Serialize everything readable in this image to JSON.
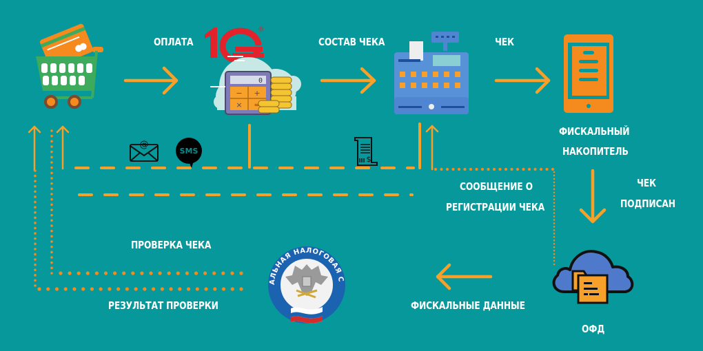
{
  "diagram": {
    "title": "Схема передачи данных онлайн-кассы",
    "colors": {
      "background": "#06989A",
      "arrow": "#F7A02A",
      "text": "#FFFFFF",
      "brand_1c": "#E3232C",
      "kassa_blue": "#4F85D1",
      "fn_orange": "#F58A1F",
      "ofd_cloud": "#4F7ACB"
    },
    "nodes": {
      "buyer": {
        "icon": "shopping-cart-with-card-icon"
      },
      "onec": {
        "logo_text": "1С",
        "registered_mark": "®",
        "icon": "calculator-coins-cloud-icon",
        "calc_display": "0",
        "calc_keys": [
          "−",
          "+",
          "×",
          "="
        ]
      },
      "kassa": {
        "icon": "cash-register-icon"
      },
      "fn": {
        "icon": "tablet-receipt-icon",
        "label_line1": "ФИСКАЛЬНЫЙ",
        "label_line2": "НАКОПИТЕЛЬ"
      },
      "ofd": {
        "icon": "cloud-folder-icon",
        "label": "ОФД"
      },
      "fns": {
        "icon": "fns-emblem-icon",
        "ring_text": "ФЕДЕРАЛЬНАЯ НАЛОГОВАЯ СЛУЖБА"
      }
    },
    "edges": {
      "payment": "ОПЛАТА",
      "receipt_content": "СОСТАВ ЧЕКА",
      "receipt": "ЧЕК",
      "receipt_signed_line1": "ЧЕК",
      "receipt_signed_line2": "ПОДПИСАН",
      "fiscal_data": "ФИСКАЛЬНЫЕ ДАННЫЕ",
      "registration_msg_line1": "СООБЩЕНИЕ О",
      "registration_msg_line2": "РЕГИСТРАЦИИ ЧЕКА",
      "check_receipt": "ПРОВЕРКА ЧЕКА",
      "check_result": "РЕЗУЛЬТАТ ПРОВЕРКИ"
    },
    "channels": {
      "email_icon": "email-icon",
      "sms_icon": "sms-bubble-icon",
      "sms_text": "SMS",
      "receipt_icon": "paper-receipt-icon"
    }
  }
}
